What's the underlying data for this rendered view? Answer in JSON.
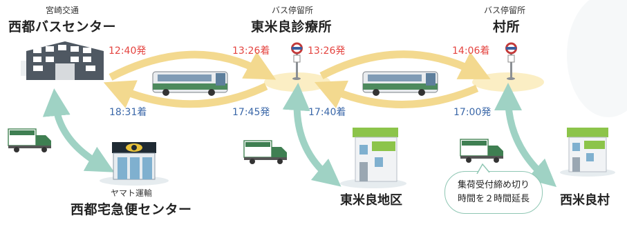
{
  "terminal": {
    "sub": "宮崎交通",
    "name": "西都バスセンター"
  },
  "stop1": {
    "sub": "バス停留所",
    "name": "東米良診療所"
  },
  "stop2": {
    "sub": "バス停留所",
    "name": "村所"
  },
  "yamato": {
    "sub": "ヤマト運輸",
    "name": "西都宅急便センター"
  },
  "times": {
    "dep_center": "12:40発",
    "arr_clinic": "13:26着",
    "dep_clinic": "13:26発",
    "arr_murasho": "14:06着",
    "arr_center": "18:31着",
    "dep_clinic_back": "17:45発",
    "arr_clinic_back": "17:40着",
    "dep_murasho": "17:00発"
  },
  "areas": {
    "higashimera": "東米良地区",
    "nishimera": "西米良村"
  },
  "bubble": {
    "line1": "集荷受付締め切り",
    "line2": "時間を２時間延長"
  },
  "colors": {
    "route_gold": "#f3d98f",
    "route_teal": "#9fd2c4",
    "red_time": "#e4433f",
    "blue_time": "#3a67a8",
    "roof_green": "#8cc44a"
  }
}
